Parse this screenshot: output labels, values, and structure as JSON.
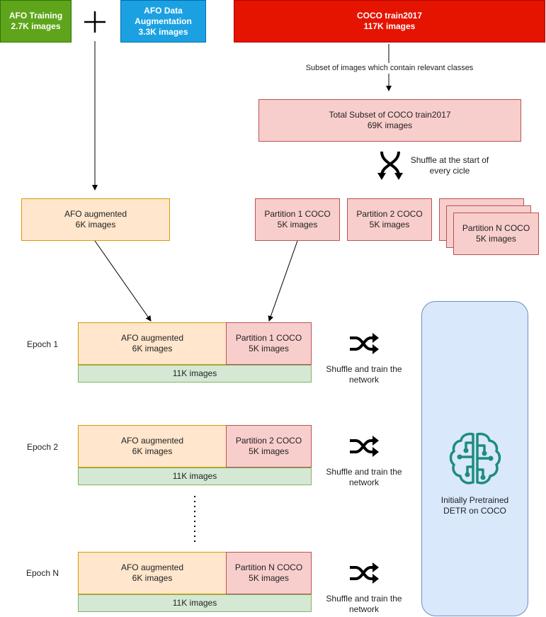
{
  "sources": {
    "afo_training": {
      "line1": "AFO Training",
      "line2": "2.7K images"
    },
    "afo_aug_source": {
      "line1": "AFO Data",
      "line2": "Augmentation",
      "line3": "3.3K images"
    },
    "coco": {
      "line1": "COCO train2017",
      "line2": "117K images"
    }
  },
  "subset_note": "Subset of images which contain relevant classes",
  "coco_subset": {
    "line1": "Total Subset of COCO train2017",
    "line2": "69K images"
  },
  "shuffle_cycle": {
    "line1": "Shuffle at the start of",
    "line2": "every cicle"
  },
  "afo_augmented": {
    "line1": "AFO augmented",
    "line2": "6K images"
  },
  "partitions": [
    {
      "line1": "Partition 1 COCO",
      "line2": "5K images"
    },
    {
      "line1": "Partition 2 COCO",
      "line2": "5K images"
    },
    {
      "line1": "Partition N COCO",
      "line2": "5K images"
    }
  ],
  "epochs": [
    {
      "label": "Epoch 1",
      "afo1": "AFO augmented",
      "afo2": "6K images",
      "part1": "Partition 1 COCO",
      "part2": "5K images",
      "total": "11K images",
      "shuffle1": "Shuffle and train the",
      "shuffle2": "network"
    },
    {
      "label": "Epoch 2",
      "afo1": "AFO augmented",
      "afo2": "6K images",
      "part1": "Partition 2 COCO",
      "part2": "5K images",
      "total": "11K images",
      "shuffle1": "Shuffle and train the",
      "shuffle2": "network"
    },
    {
      "label": "Epoch N",
      "afo1": "AFO augmented",
      "afo2": "6K images",
      "part1": "Partition N COCO",
      "part2": "5K images",
      "total": "11K images",
      "shuffle1": "Shuffle and train the",
      "shuffle2": "network"
    }
  ],
  "model": {
    "line1": "Initially Pretrained",
    "line2": "DETR on COCO"
  },
  "icons": [
    "plus-icon",
    "crossing-arrows-icon",
    "shuffle-icon",
    "brain-circuit-icon"
  ],
  "colors": {
    "orange_fill": "#ffe6cc",
    "orange_stroke": "#d79b00",
    "pink_fill": "#f8cecc",
    "pink_stroke": "#b85450",
    "green_fill": "#d5e8d4",
    "green_stroke": "#82b366",
    "blue_fill": "#dae8fc",
    "blue_stroke": "#6c8ebf",
    "brain_teal": "#1e8c7e"
  }
}
